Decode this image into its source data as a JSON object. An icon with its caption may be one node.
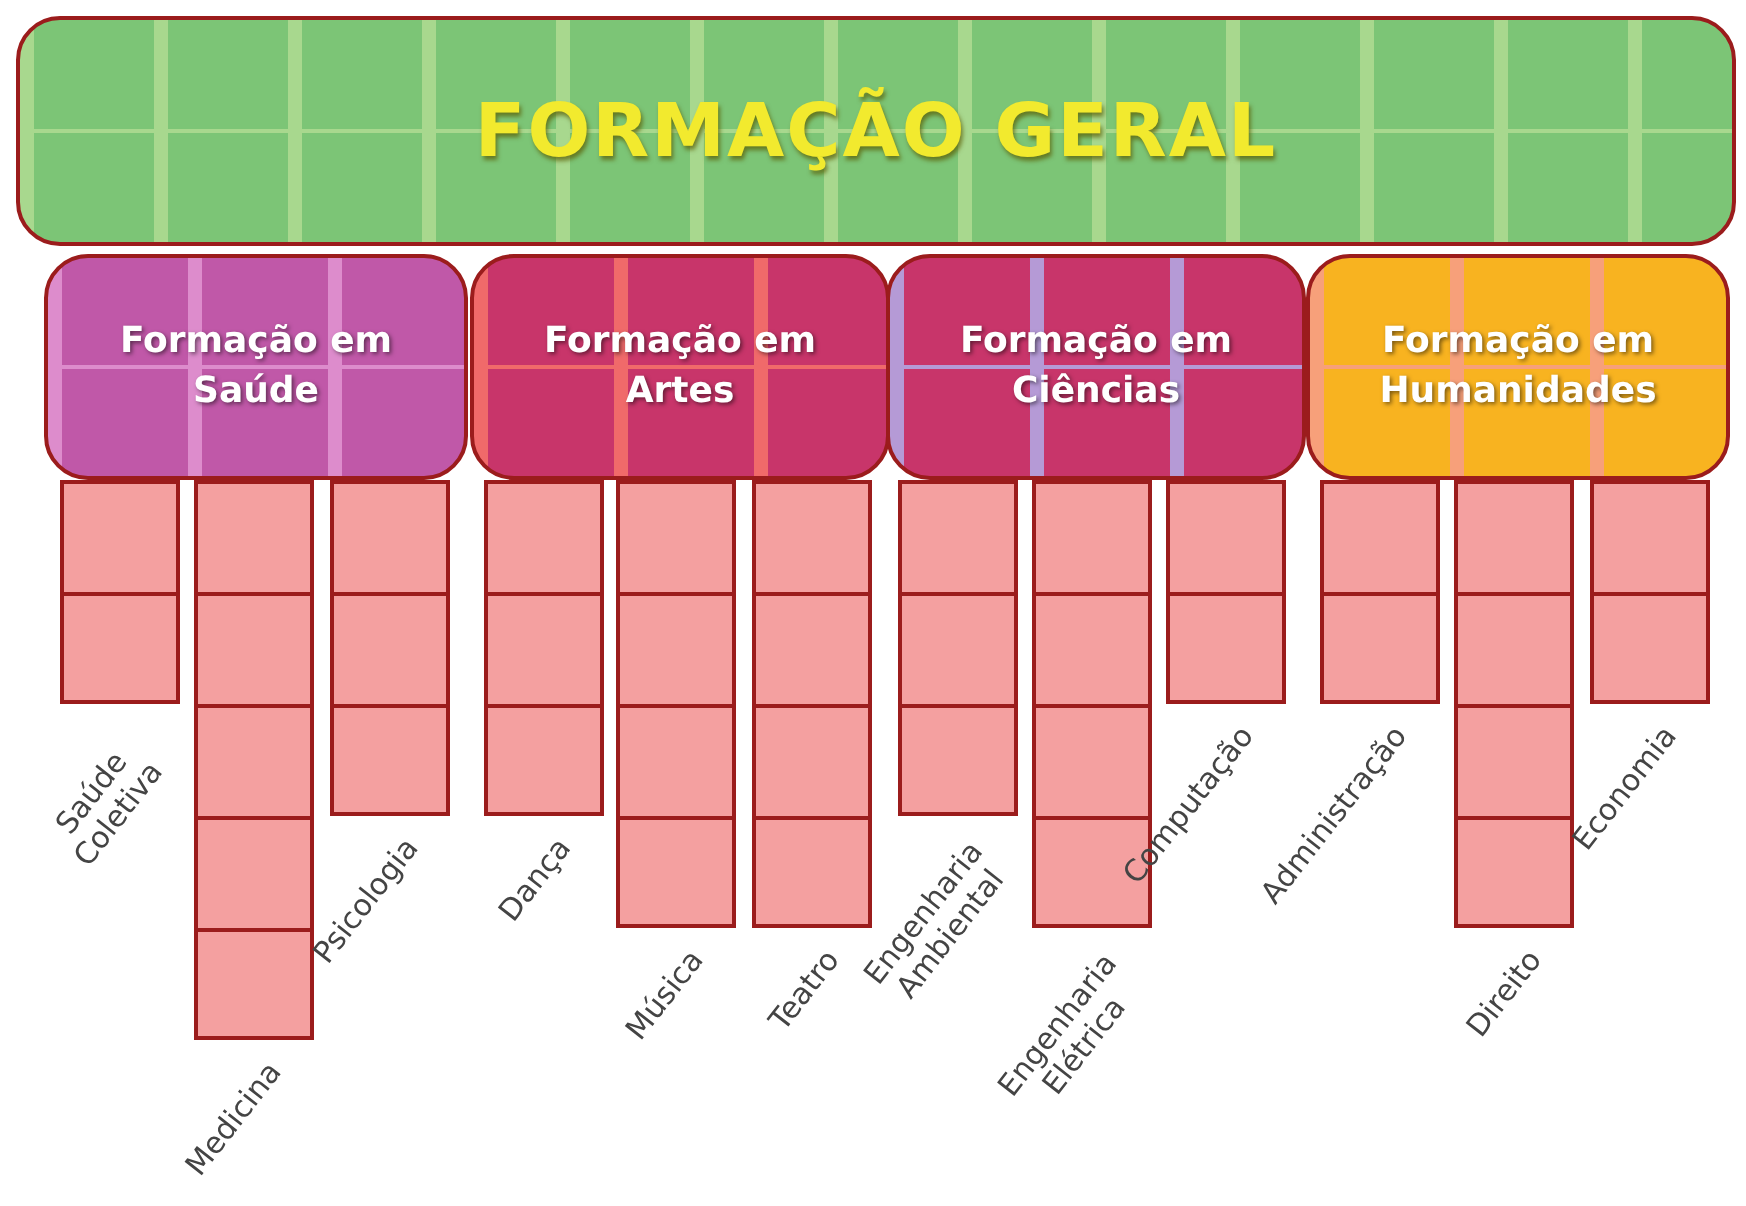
{
  "diagram": {
    "nodes": [
      {
        "text": [
          "FORMAÇÃO GERAL"
        ]
      },
      {
        "text": [
          "Formação em Saúde"
        ]
      },
      {
        "text": [
          "Formação em Artes"
        ]
      },
      {
        "text": [
          "Formação em Ciências"
        ]
      },
      {
        "text": [
          "Formação em Humanidades"
        ]
      },
      {
        "text": [
          "Saúde Coletiva"
        ]
      },
      {
        "text": [
          "Medicina"
        ]
      },
      {
        "text": [
          "Psicologia"
        ]
      },
      {
        "text": [
          "Dança"
        ]
      },
      {
        "text": [
          "Música"
        ]
      },
      {
        "text": [
          "Teatro"
        ]
      },
      {
        "text": [
          "Engenharia Ambiental"
        ]
      },
      {
        "text": [
          "Engenharia Elétrica"
        ]
      },
      {
        "text": [
          "Computação"
        ]
      },
      {
        "text": [
          "Administração"
        ]
      },
      {
        "text": [
          "Direito"
        ]
      },
      {
        "text": [
          "Economia"
        ]
      }
    ]
  }
}
